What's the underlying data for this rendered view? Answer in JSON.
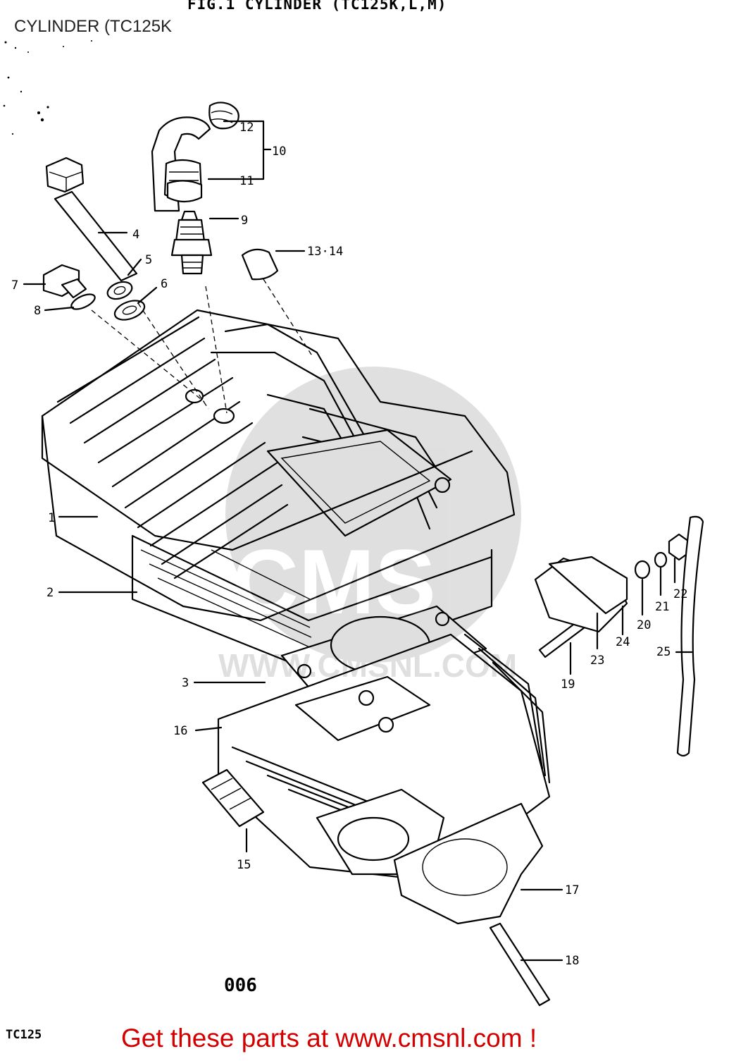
{
  "header": {
    "fig_title": "FIG.1  CYLINDER (TC125K,L,M)",
    "caption": "CYLINDER (TC125K"
  },
  "callouts": [
    {
      "id": "c12",
      "label": "12"
    },
    {
      "id": "c10",
      "label": "10"
    },
    {
      "id": "c11",
      "label": "11"
    },
    {
      "id": "c4",
      "label": "4"
    },
    {
      "id": "c9",
      "label": "9"
    },
    {
      "id": "c5",
      "label": "5"
    },
    {
      "id": "c13",
      "label": "13·14"
    },
    {
      "id": "c7",
      "label": "7"
    },
    {
      "id": "c6",
      "label": "6"
    },
    {
      "id": "c8",
      "label": "8"
    },
    {
      "id": "c1",
      "label": "1"
    },
    {
      "id": "c2",
      "label": "2"
    },
    {
      "id": "c22",
      "label": "22"
    },
    {
      "id": "c21",
      "label": "21"
    },
    {
      "id": "c20",
      "label": "20"
    },
    {
      "id": "c24",
      "label": "24"
    },
    {
      "id": "c23",
      "label": "23"
    },
    {
      "id": "c25",
      "label": "25"
    },
    {
      "id": "c3",
      "label": "3"
    },
    {
      "id": "c19",
      "label": "19"
    },
    {
      "id": "c16",
      "label": "16"
    },
    {
      "id": "c15",
      "label": "15"
    },
    {
      "id": "c17",
      "label": "17"
    },
    {
      "id": "c18",
      "label": "18"
    }
  ],
  "page_number": "006",
  "model_code": "TC125",
  "footer": {
    "link_text": "Get these parts at www.cmsnl.com !",
    "link_color": "#d40000"
  },
  "watermark": {
    "text": "CMS",
    "subtext": "WWW.CMSNL.COM"
  }
}
